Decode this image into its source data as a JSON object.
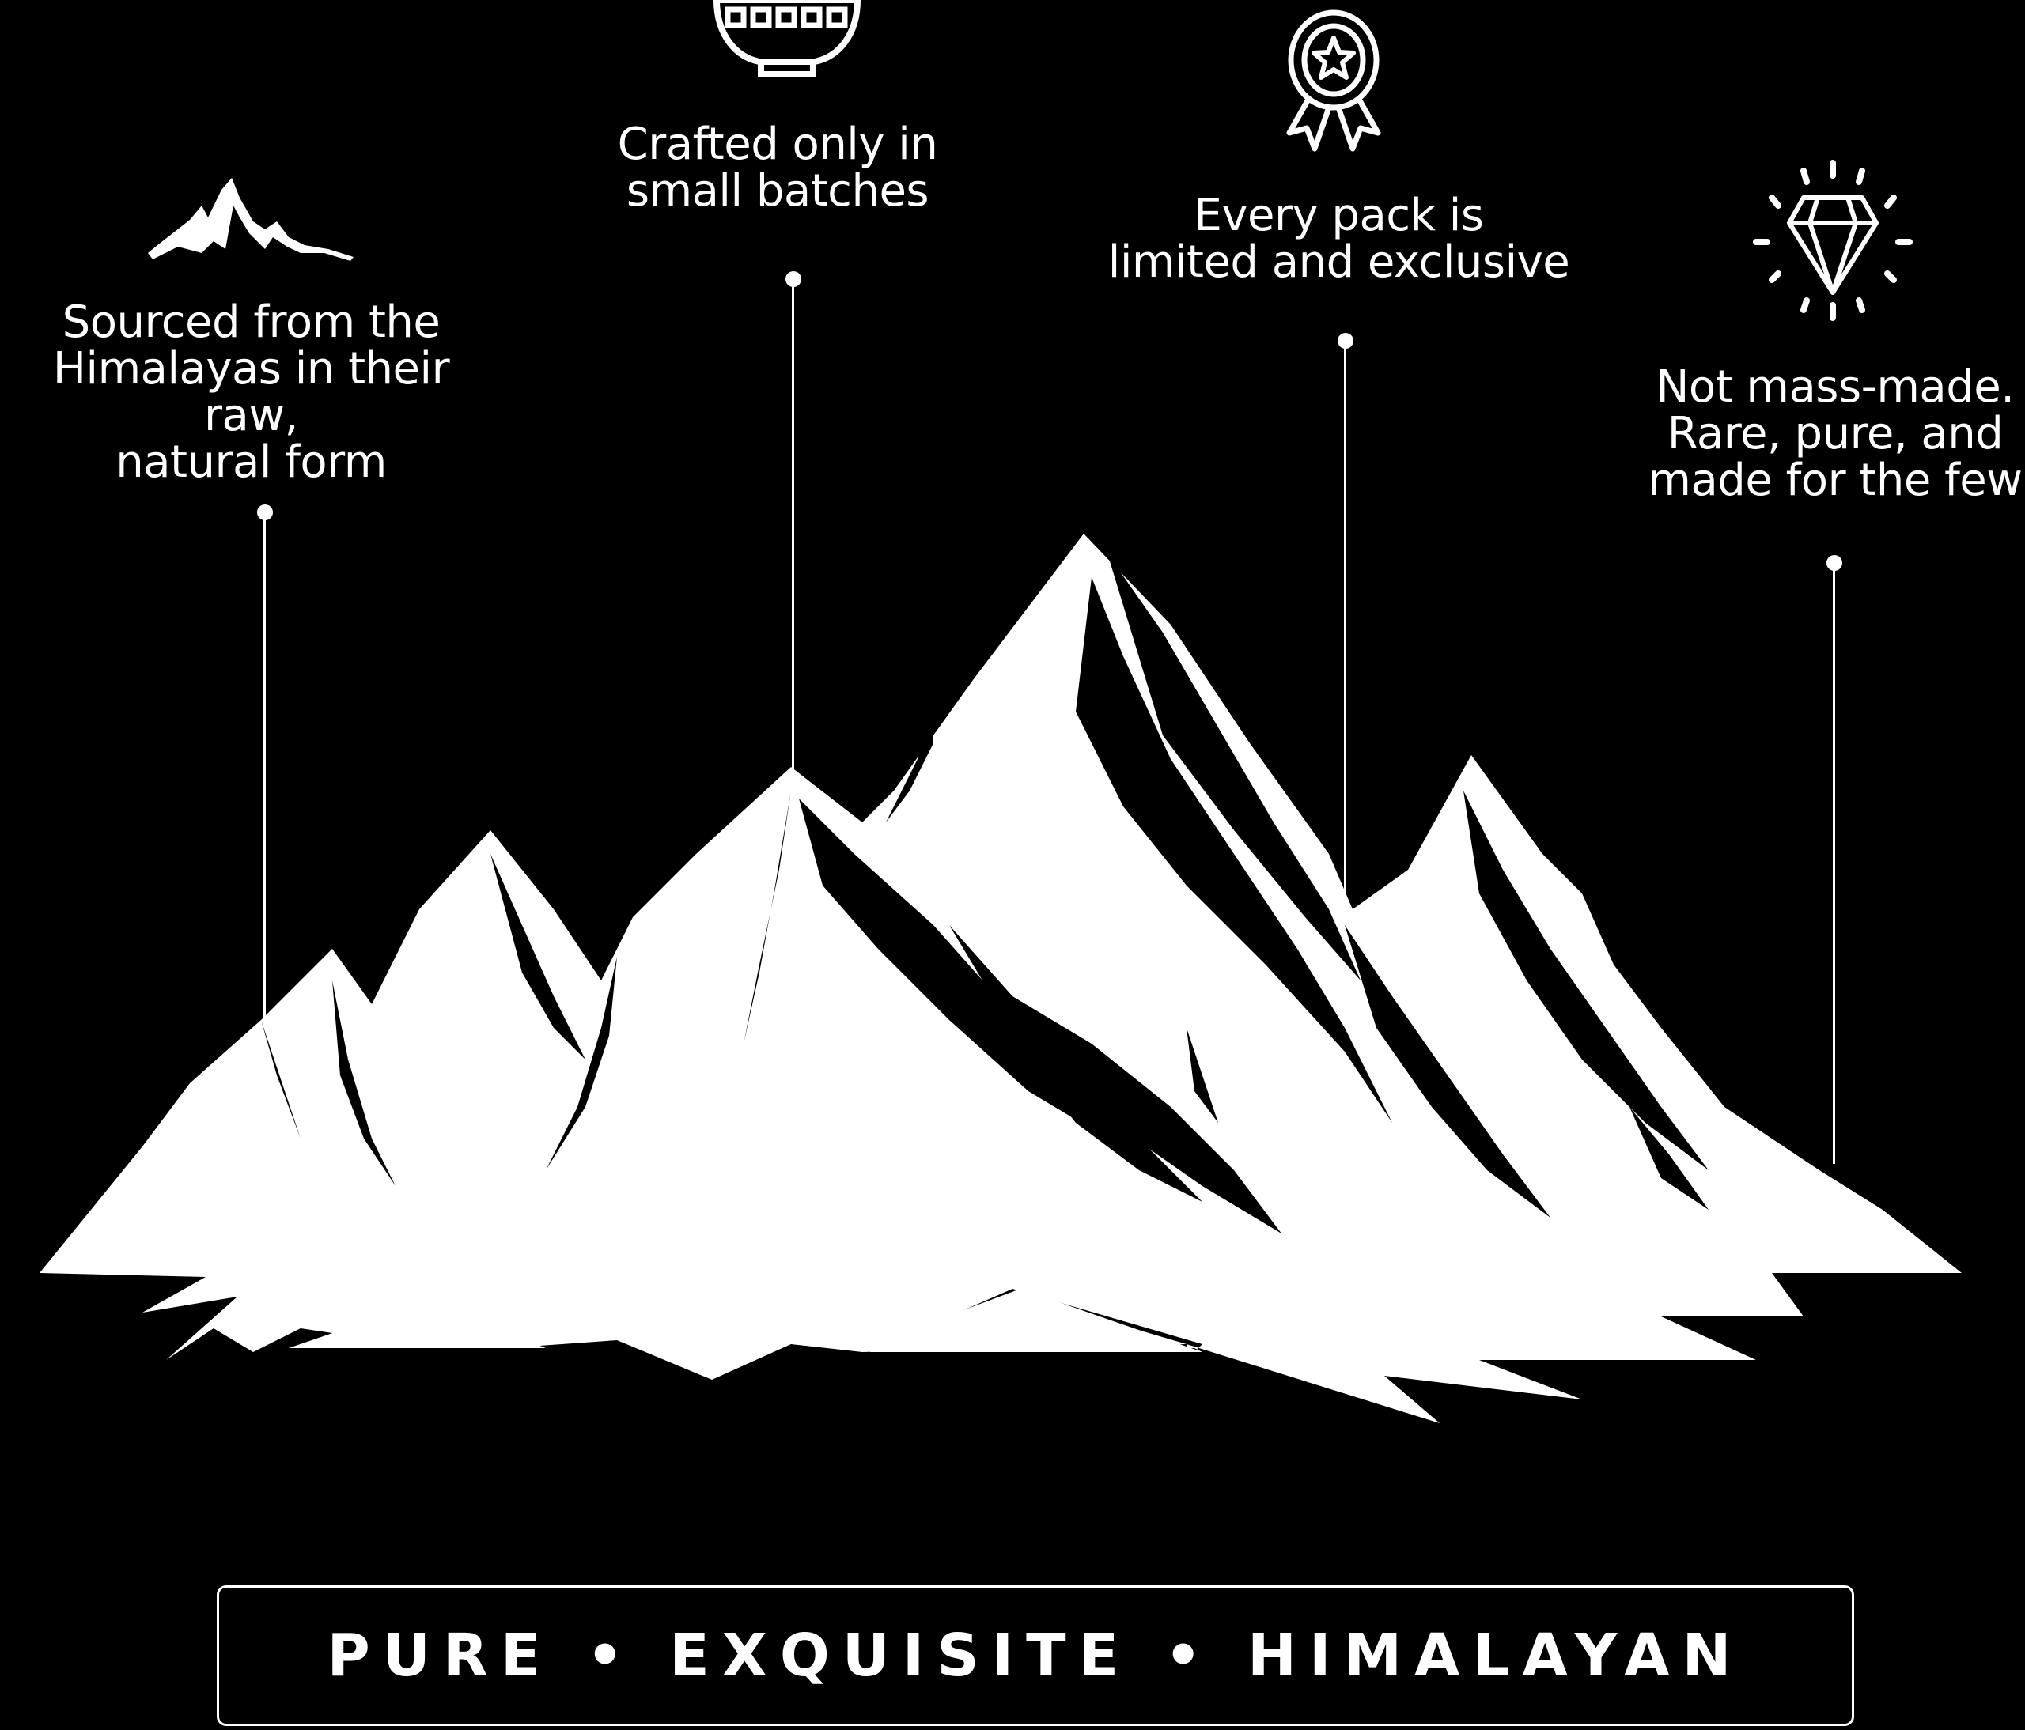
{
  "features": [
    {
      "icon": "mountain-icon",
      "text": "Sourced from the\nHimalayas in their raw,\nnatural form"
    },
    {
      "icon": "bowl-icon",
      "text": "Crafted only in\nsmall batches"
    },
    {
      "icon": "award-medal-icon",
      "text": "Every pack is\nlimited and exclusive"
    },
    {
      "icon": "diamond-icon",
      "text": "Not mass-made.\nRare, pure, and\nmade for the few"
    }
  ],
  "banner": {
    "text": "PURE • EXQUISITE • HIMALAYAN"
  },
  "colors": {
    "background": "#000000",
    "foreground": "#ffffff"
  }
}
